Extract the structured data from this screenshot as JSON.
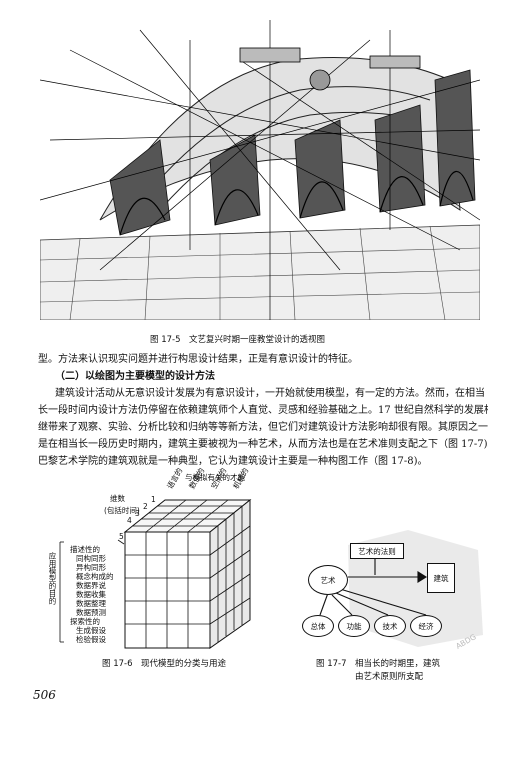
{
  "fig5": {
    "caption": "图 17-5　文艺复兴时期一座教堂设计的透视图"
  },
  "body": {
    "line0": "型。方法来认识现实问题并进行构思设计结果，正是有意识设计的特征。",
    "heading": "（二）以绘图为主要模型的设计方法",
    "lines": [
      "建筑设计活动从无意识设计发展为有意识设计，一开始就使用模型，有一定的方法。然而，在相当",
      "长一段时间内设计方法仍停留在依赖建筑师个人直觉、灵感和经验基础之上。17 世纪自然科学的发展相",
      "继带来了观察、实验、分析比较和归纳等等新方法，但它们对建筑设计方法影响却很有限。其原因之一",
      "是在相当长一段历史时期内，建筑主要被视为一种艺术，从而方法也是在艺术准则支配之下（图 17-7)。",
      "巴黎艺术学院的建筑观就是一种典型，它认为建筑设计主要是一种构图工作（图 17-8)。"
    ]
  },
  "fig6": {
    "top_label": "与模拟有关的才能",
    "columns": [
      "语言的",
      "数值的",
      "空间的",
      "机械的"
    ],
    "dimension_label": "维数",
    "dimension_sub": "(包括时间)",
    "row_numbers": [
      "1",
      "2",
      "3",
      "4",
      "5"
    ],
    "side_label": "应用模型的目的",
    "rows": [
      "描述性的",
      "同构同形",
      "异构同形",
      "概念构成的",
      "数据界说",
      "数据收集",
      "数据整理",
      "数据预测",
      "探索性的",
      "生成假设",
      "检验假设"
    ],
    "caption": "图 17-6　现代模型的分类与用途"
  },
  "fig7": {
    "rule_label": "艺术的法则",
    "art": "艺术",
    "architecture": "建筑",
    "factors": [
      "总体",
      "功能",
      "技术",
      "经济"
    ],
    "caption_line1": "图 17-7　相当长的时期里，建筑",
    "caption_line2": "由艺术原则所支配",
    "watermark": "ABDG"
  },
  "page": {
    "number": "506"
  }
}
